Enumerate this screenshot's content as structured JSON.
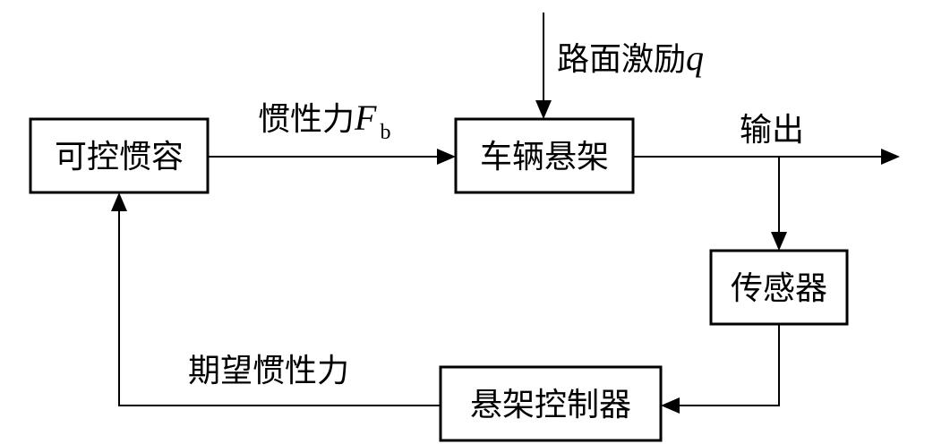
{
  "blocks": {
    "controllable_inerter": "可控惯容",
    "vehicle_suspension": "车辆悬架",
    "sensor": "传感器",
    "suspension_controller": "悬架控制器"
  },
  "signals": {
    "road_excitation": {
      "text": "路面激励",
      "symbol": "q"
    },
    "inertial_force": {
      "text": "惯性力",
      "symbol": "F",
      "subscript": "b"
    },
    "output": "输出",
    "desired_inertial_force": "期望惯性力"
  }
}
